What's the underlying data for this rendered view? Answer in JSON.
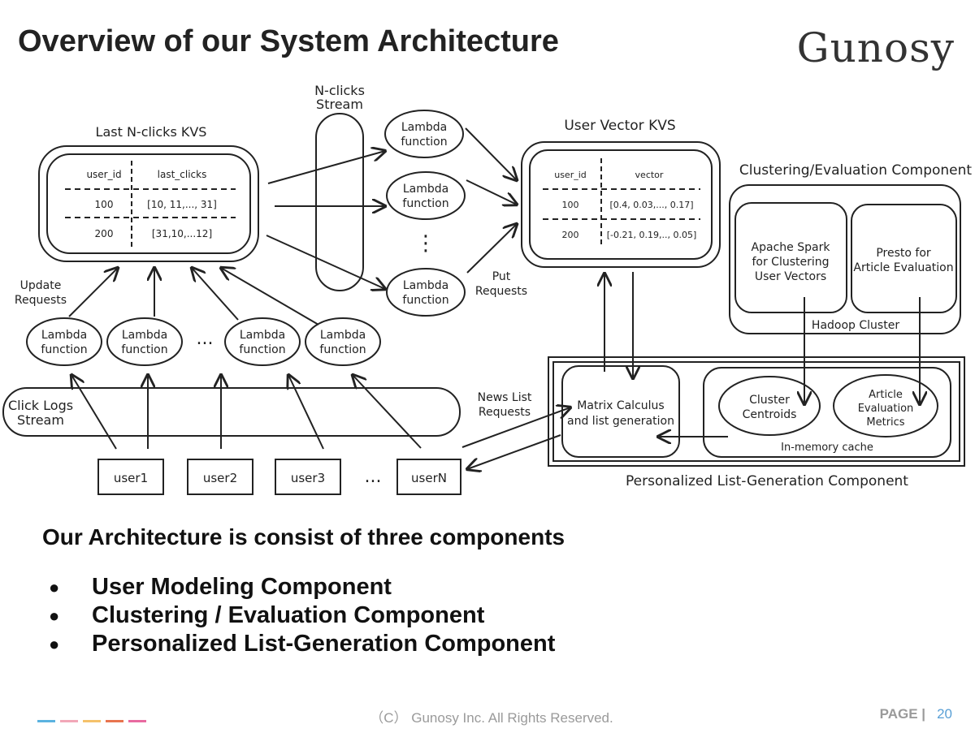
{
  "slide": {
    "title": "Overview of our System Architecture",
    "logo": "Gunosy"
  },
  "diagram": {
    "last_kvs": {
      "title": "Last N-clicks KVS",
      "col1": "user_id",
      "col2": "last_clicks",
      "rows": [
        {
          "id": "100",
          "val": "[10, 11,..., 31]"
        },
        {
          "id": "200",
          "val": "[31,10,...12]"
        }
      ]
    },
    "nclicks_stream": {
      "line1": "N-clicks",
      "line2": "Stream"
    },
    "lambda_label": {
      "line1": "Lambda",
      "line2": "function"
    },
    "vertical_dots": "⋮",
    "user_vector_kvs": {
      "title": "User Vector KVS",
      "col1": "user_id",
      "col2": "vector",
      "rows": [
        {
          "id": "100",
          "val": "[0.4, 0.03,..., 0.17]"
        },
        {
          "id": "200",
          "val": "[-0.21, 0.19,.., 0.05]"
        }
      ]
    },
    "put_requests": {
      "line1": "Put",
      "line2": "Requests"
    },
    "update_requests": {
      "line1": "Update",
      "line2": "Requests"
    },
    "ellipsis": "...",
    "click_logs_stream": {
      "line1": "Click Logs",
      "line2": "Stream"
    },
    "users": [
      "user1",
      "user2",
      "user3",
      "userN"
    ],
    "news_list_requests": {
      "line1": "News List",
      "line2": "Requests"
    },
    "clustering": {
      "title": "Clustering/Evaluation Component",
      "spark": [
        "Apache Spark",
        "for Clustering",
        "User Vectors"
      ],
      "presto": [
        "Presto for",
        "Article Evaluation"
      ],
      "hadoop": "Hadoop Cluster"
    },
    "personalized": {
      "matrix": [
        "Matrix Calculus",
        "and list generation"
      ],
      "centroids": [
        "Cluster",
        "Centroids"
      ],
      "metrics": [
        "Article",
        "Evaluation",
        "Metrics"
      ],
      "cache": "In-memory cache",
      "title": "Personalized List-Generation Component"
    }
  },
  "summary": {
    "title": "Our Architecture is consist of three components",
    "bullet_symbol": "●",
    "items": [
      "User Modeling Component",
      "Clustering / Evaluation Component",
      "Personalized List-Generation Component"
    ]
  },
  "footer": {
    "copyright": "（C） Gunosy Inc. All Rights Reserved.",
    "page_label": "PAGE |",
    "page_number": "20",
    "stripe_colors": [
      "#5bb3e0",
      "#f2a7b8",
      "#f5c26b",
      "#e8744f",
      "#e86aa0"
    ]
  }
}
